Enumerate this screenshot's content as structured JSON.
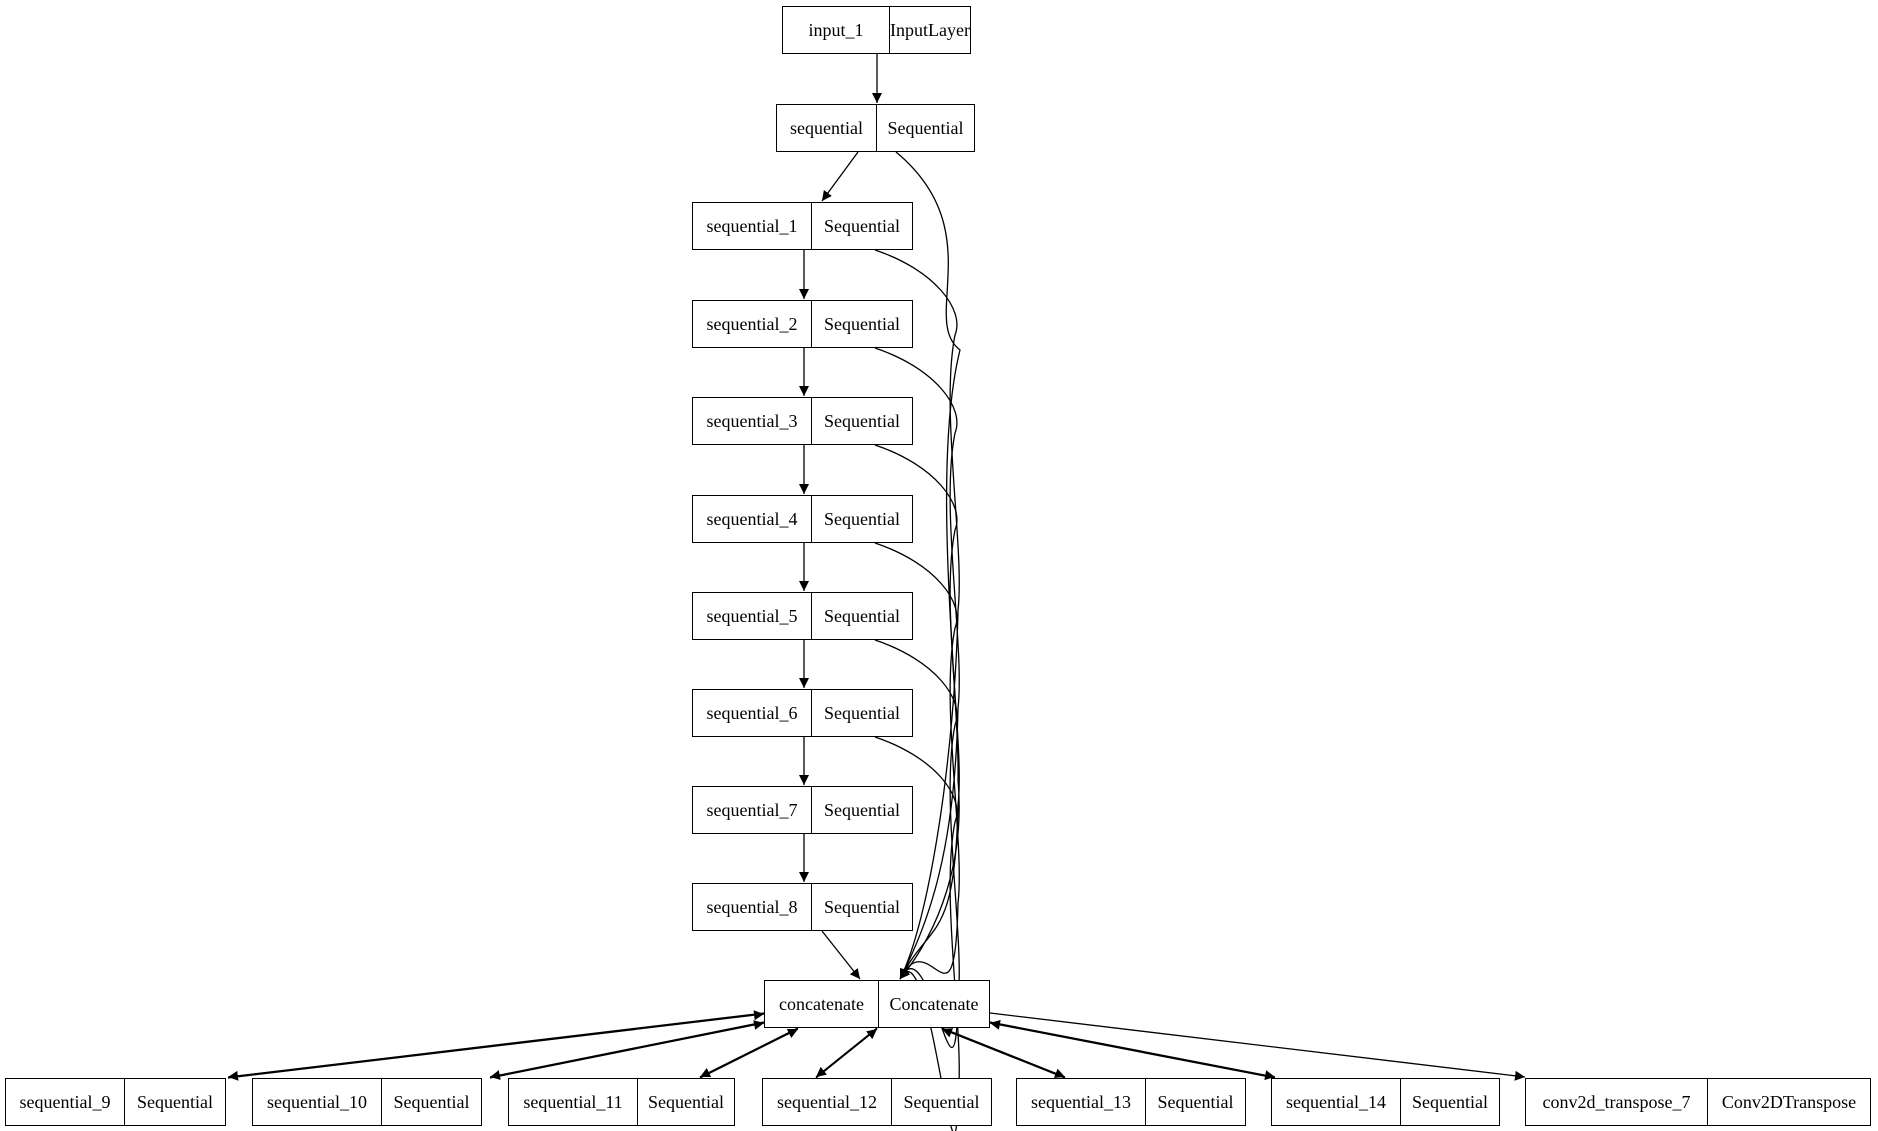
{
  "nodes": [
    {
      "id": "input_1",
      "name": "input_1",
      "type": "InputLayer"
    },
    {
      "id": "sequential",
      "name": "sequential",
      "type": "Sequential"
    },
    {
      "id": "sequential_1",
      "name": "sequential_1",
      "type": "Sequential"
    },
    {
      "id": "sequential_2",
      "name": "sequential_2",
      "type": "Sequential"
    },
    {
      "id": "sequential_3",
      "name": "sequential_3",
      "type": "Sequential"
    },
    {
      "id": "sequential_4",
      "name": "sequential_4",
      "type": "Sequential"
    },
    {
      "id": "sequential_5",
      "name": "sequential_5",
      "type": "Sequential"
    },
    {
      "id": "sequential_6",
      "name": "sequential_6",
      "type": "Sequential"
    },
    {
      "id": "sequential_7",
      "name": "sequential_7",
      "type": "Sequential"
    },
    {
      "id": "sequential_8",
      "name": "sequential_8",
      "type": "Sequential"
    },
    {
      "id": "concatenate",
      "name": "concatenate",
      "type": "Concatenate"
    },
    {
      "id": "sequential_9",
      "name": "sequential_9",
      "type": "Sequential"
    },
    {
      "id": "sequential_10",
      "name": "sequential_10",
      "type": "Sequential"
    },
    {
      "id": "sequential_11",
      "name": "sequential_11",
      "type": "Sequential"
    },
    {
      "id": "sequential_12",
      "name": "sequential_12",
      "type": "Sequential"
    },
    {
      "id": "sequential_13",
      "name": "sequential_13",
      "type": "Sequential"
    },
    {
      "id": "sequential_14",
      "name": "sequential_14",
      "type": "Sequential"
    },
    {
      "id": "conv2d_transpose_7",
      "name": "conv2d_transpose_7",
      "type": "Conv2DTranspose"
    }
  ],
  "edges": [
    {
      "from": "input_1",
      "to": "sequential"
    },
    {
      "from": "sequential",
      "to": "sequential_1"
    },
    {
      "from": "sequential_1",
      "to": "sequential_2"
    },
    {
      "from": "sequential_2",
      "to": "sequential_3"
    },
    {
      "from": "sequential_3",
      "to": "sequential_4"
    },
    {
      "from": "sequential_4",
      "to": "sequential_5"
    },
    {
      "from": "sequential_5",
      "to": "sequential_6"
    },
    {
      "from": "sequential_6",
      "to": "sequential_7"
    },
    {
      "from": "sequential_7",
      "to": "sequential_8"
    },
    {
      "from": "sequential_8",
      "to": "concatenate"
    },
    {
      "from": "sequential",
      "to": "concatenate"
    },
    {
      "from": "sequential_1",
      "to": "concatenate"
    },
    {
      "from": "sequential_2",
      "to": "concatenate"
    },
    {
      "from": "sequential_3",
      "to": "concatenate"
    },
    {
      "from": "sequential_4",
      "to": "concatenate"
    },
    {
      "from": "sequential_5",
      "to": "concatenate"
    },
    {
      "from": "sequential_6",
      "to": "concatenate"
    },
    {
      "from": "concatenate",
      "to": "sequential_9"
    },
    {
      "from": "sequential_9",
      "to": "concatenate"
    },
    {
      "from": "concatenate",
      "to": "sequential_10"
    },
    {
      "from": "sequential_10",
      "to": "concatenate"
    },
    {
      "from": "concatenate",
      "to": "sequential_11"
    },
    {
      "from": "sequential_11",
      "to": "concatenate"
    },
    {
      "from": "concatenate",
      "to": "sequential_12"
    },
    {
      "from": "sequential_12",
      "to": "concatenate"
    },
    {
      "from": "concatenate",
      "to": "sequential_13"
    },
    {
      "from": "sequential_13",
      "to": "concatenate"
    },
    {
      "from": "concatenate",
      "to": "sequential_14"
    },
    {
      "from": "sequential_14",
      "to": "concatenate"
    },
    {
      "from": "concatenate",
      "to": "conv2d_transpose_7"
    }
  ]
}
